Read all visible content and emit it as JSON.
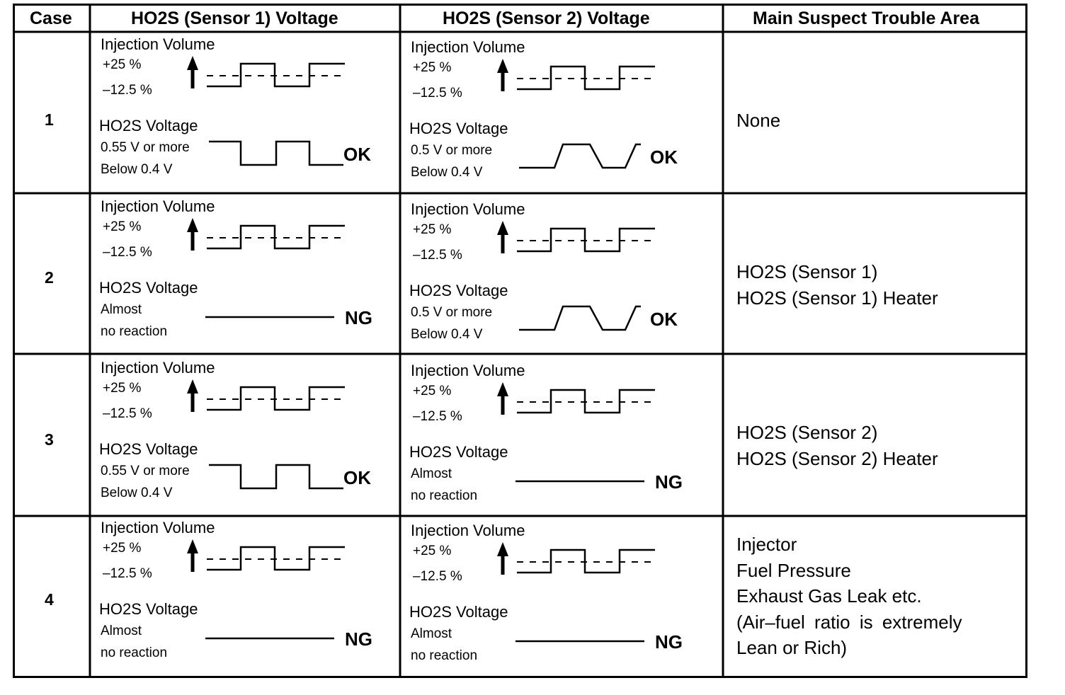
{
  "headers": {
    "case": "Case",
    "sensor1": "HO2S (Sensor 1) Voltage",
    "sensor2": "HO2S (Sensor 2) Voltage",
    "area": "Main Suspect Trouble Area"
  },
  "labels": {
    "injection_volume": "Injection Volume",
    "plus": "+25 %",
    "minus": "–12.5 %",
    "ho2s_voltage": "HO2S Voltage"
  },
  "rows": [
    {
      "case": "1",
      "s1": {
        "mode": "square",
        "hi": "0.55 V or more",
        "lo": "Below 0.4 V",
        "result": "OK"
      },
      "s2": {
        "mode": "trapezoid",
        "hi": "0.5 V or more",
        "lo": "Below 0.4 V",
        "result": "OK"
      },
      "area": [
        "None"
      ]
    },
    {
      "case": "2",
      "s1": {
        "mode": "flat",
        "hi": "Almost",
        "lo": "no reaction",
        "result": "NG"
      },
      "s2": {
        "mode": "trapezoid",
        "hi": "0.5 V or more",
        "lo": "Below 0.4 V",
        "result": "OK"
      },
      "area": [
        "HO2S (Sensor 1)",
        "HO2S (Sensor 1) Heater"
      ]
    },
    {
      "case": "3",
      "s1": {
        "mode": "square",
        "hi": "0.55 V or more",
        "lo": "Below 0.4 V",
        "result": "OK"
      },
      "s2": {
        "mode": "flat",
        "hi": "Almost",
        "lo": "no reaction",
        "result": "NG"
      },
      "area": [
        "HO2S (Sensor 2)",
        "HO2S (Sensor 2) Heater"
      ]
    },
    {
      "case": "4",
      "s1": {
        "mode": "flat",
        "hi": "Almost",
        "lo": "no reaction",
        "result": "NG"
      },
      "s2": {
        "mode": "flat",
        "hi": "Almost",
        "lo": "no reaction",
        "result": "NG"
      },
      "area": [
        "Injector",
        "Fuel Pressure",
        "Exhaust Gas Leak etc.",
        "(Air–fuel ratio is extremely",
        "Lean or Rich)"
      ]
    }
  ]
}
